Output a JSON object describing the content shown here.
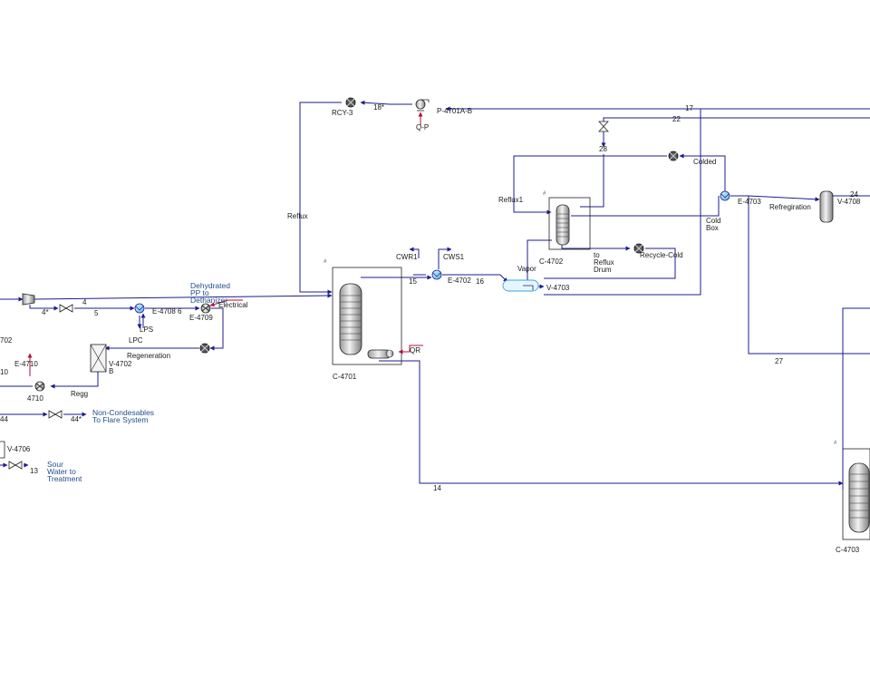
{
  "colors": {
    "material_stream": "#1c1c8f",
    "energy_stream": "#b0123a",
    "text": "#1a1a1a",
    "text_note": "#1f4e8c"
  },
  "labels": {
    "rcy3": "RCY-3",
    "s18": "18*",
    "p4701": "P-4701A-B",
    "qp": "Q-P",
    "s17": "17",
    "s22": "22",
    "s28": "28",
    "colded": "Colded",
    "reflux": "Reflux",
    "reflux1": "Reflux1",
    "e4703": "E-4703",
    "refrigeration": "Refregiration",
    "v4708": "V-4708",
    "s24": "24",
    "coldbox": "Cold\nBox",
    "c4702": "C-4702",
    "toreflux": "to\nReflux\nDrum",
    "recyclecold": "Recycle-Cold",
    "cwr1": "CWR1",
    "cws1": "CWS1",
    "vapor": "Vapor",
    "s15": "15",
    "e4702": "E-4702",
    "s16": "16",
    "v4703": "V-4703",
    "s27": "27",
    "dehydrated": "Dehydrated\nPP to\nDethanizer",
    "electrical": "Electrical",
    "s4": "4",
    "s4star": "4*",
    "s5": "5",
    "e4708": "E-4708",
    "s6": "6",
    "e4709": "E-4709",
    "lps": "LPS",
    "lpc": "LPC",
    "regeneration": "Regeneration",
    "v4702b": "V-4702\nB",
    "c4701": "C-4701",
    "qr": "QR",
    "s702": "702",
    "e4710": "E-4710",
    "s10": "10",
    "s4710": "4710",
    "regg": "Regg",
    "s44": "44",
    "s44star": "44*",
    "noncondensables": "Non-Condesables\nTo Flare System",
    "v4706": "V-4706",
    "s13": "13",
    "sourwater": "Sour\nWater to\nTreatment",
    "s14": "14",
    "c4703": "C-4703"
  }
}
